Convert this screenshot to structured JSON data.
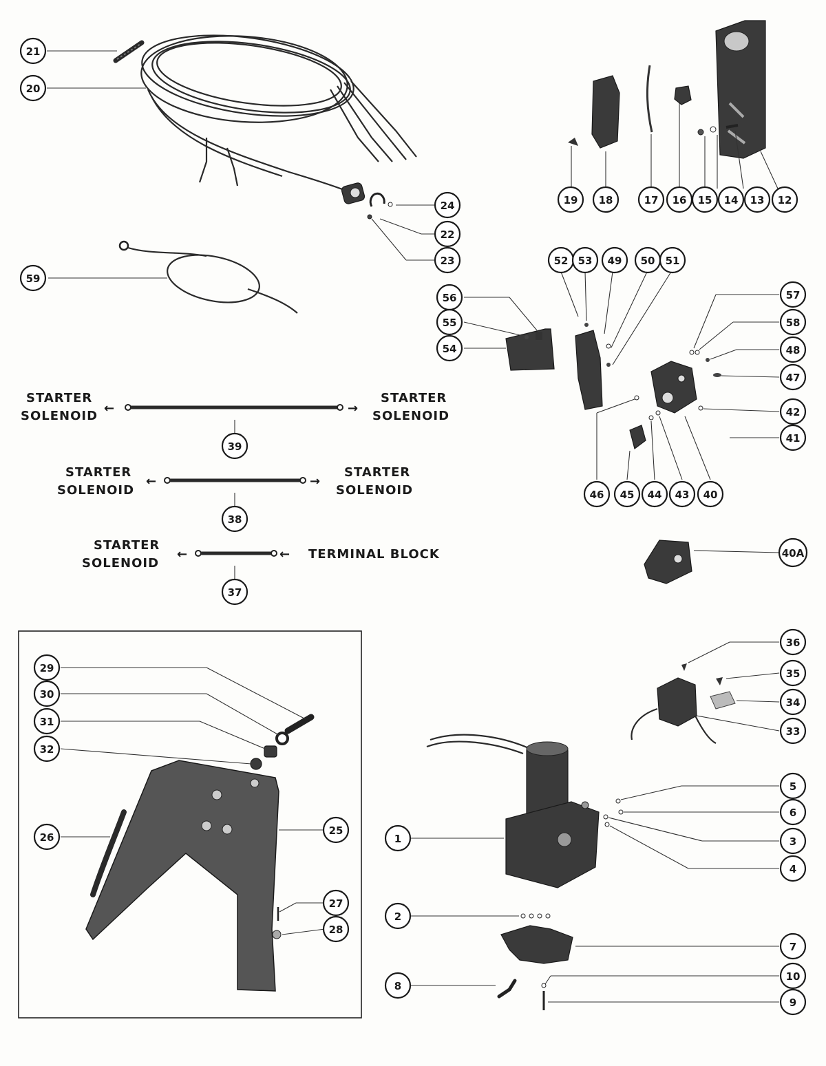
{
  "callouts": [
    {
      "id": "21",
      "label": "21"
    },
    {
      "id": "20",
      "label": "20"
    },
    {
      "id": "24",
      "label": "24"
    },
    {
      "id": "22",
      "label": "22"
    },
    {
      "id": "23",
      "label": "23"
    },
    {
      "id": "59",
      "label": "59"
    },
    {
      "id": "19",
      "label": "19"
    },
    {
      "id": "18",
      "label": "18"
    },
    {
      "id": "17",
      "label": "17"
    },
    {
      "id": "16",
      "label": "16"
    },
    {
      "id": "15",
      "label": "15"
    },
    {
      "id": "14",
      "label": "14"
    },
    {
      "id": "13",
      "label": "13"
    },
    {
      "id": "12",
      "label": "12"
    },
    {
      "id": "52",
      "label": "52"
    },
    {
      "id": "53",
      "label": "53"
    },
    {
      "id": "49",
      "label": "49"
    },
    {
      "id": "50",
      "label": "50"
    },
    {
      "id": "51",
      "label": "51"
    },
    {
      "id": "56",
      "label": "56"
    },
    {
      "id": "55",
      "label": "55"
    },
    {
      "id": "54",
      "label": "54"
    },
    {
      "id": "57",
      "label": "57"
    },
    {
      "id": "58",
      "label": "58"
    },
    {
      "id": "48",
      "label": "48"
    },
    {
      "id": "47",
      "label": "47"
    },
    {
      "id": "42",
      "label": "42"
    },
    {
      "id": "41",
      "label": "41"
    },
    {
      "id": "46",
      "label": "46"
    },
    {
      "id": "45",
      "label": "45"
    },
    {
      "id": "44",
      "label": "44"
    },
    {
      "id": "43",
      "label": "43"
    },
    {
      "id": "40",
      "label": "40"
    },
    {
      "id": "40A",
      "label": "40A"
    },
    {
      "id": "39",
      "label": "39"
    },
    {
      "id": "38",
      "label": "38"
    },
    {
      "id": "37",
      "label": "37"
    },
    {
      "id": "36",
      "label": "36"
    },
    {
      "id": "35",
      "label": "35"
    },
    {
      "id": "34",
      "label": "34"
    },
    {
      "id": "33",
      "label": "33"
    },
    {
      "id": "29",
      "label": "29"
    },
    {
      "id": "30",
      "label": "30"
    },
    {
      "id": "31",
      "label": "31"
    },
    {
      "id": "32",
      "label": "32"
    },
    {
      "id": "26",
      "label": "26"
    },
    {
      "id": "25",
      "label": "25"
    },
    {
      "id": "27",
      "label": "27"
    },
    {
      "id": "28",
      "label": "28"
    },
    {
      "id": "1",
      "label": "1"
    },
    {
      "id": "5",
      "label": "5"
    },
    {
      "id": "6",
      "label": "6"
    },
    {
      "id": "3",
      "label": "3"
    },
    {
      "id": "4",
      "label": "4"
    },
    {
      "id": "2",
      "label": "2"
    },
    {
      "id": "7",
      "label": "7"
    },
    {
      "id": "8",
      "label": "8"
    },
    {
      "id": "10",
      "label": "10"
    },
    {
      "id": "9",
      "label": "9"
    }
  ],
  "cables": {
    "cable_39": {
      "left_line1": "STARTER",
      "left_line2": "SOLENOID",
      "right_line1": "STARTER",
      "right_line2": "SOLENOID"
    },
    "cable_38": {
      "left_line1": "STARTER",
      "left_line2": "SOLENOID",
      "right_line1": "STARTER",
      "right_line2": "SOLENOID"
    },
    "cable_37": {
      "left_line1": "STARTER",
      "left_line2": "SOLENOID",
      "right_line1": "TERMINAL BLOCK"
    }
  }
}
